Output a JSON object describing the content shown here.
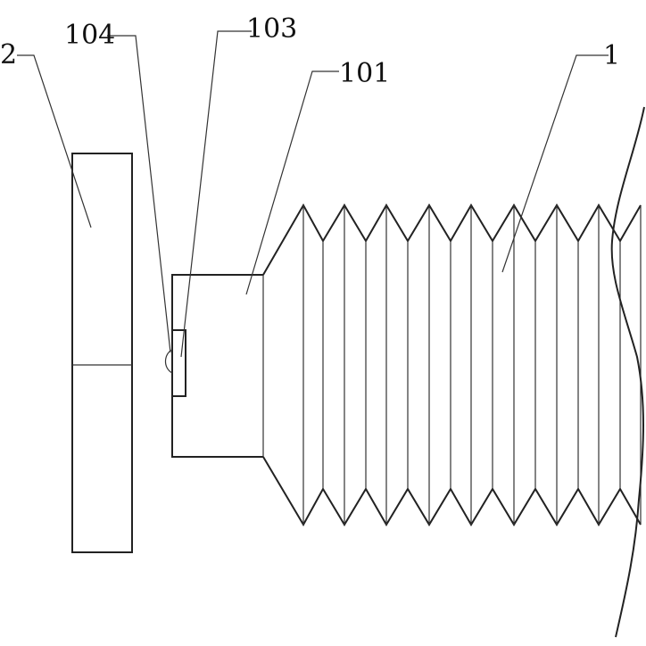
{
  "figure": {
    "labels": {
      "part_2": "2",
      "part_104": "104",
      "part_103": "103",
      "part_101": "101",
      "part_1": "1"
    }
  }
}
